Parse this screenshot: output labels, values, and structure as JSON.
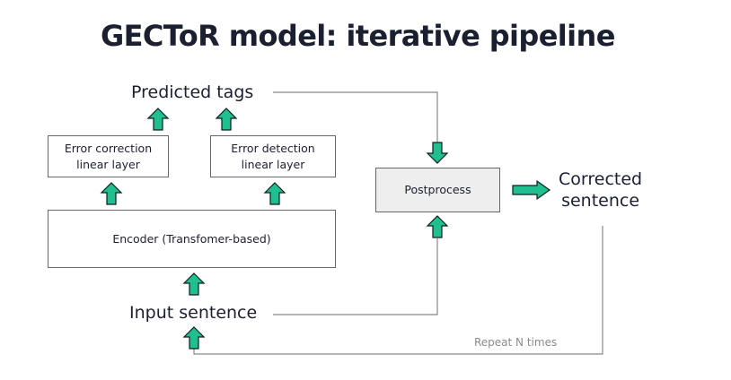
{
  "title": "GECToR model: iterative pipeline",
  "nodes": {
    "predicted_tags": "Predicted tags",
    "error_correction": [
      "Error correction",
      "linear layer"
    ],
    "error_detection": [
      "Error detection",
      "linear layer"
    ],
    "encoder": "Encoder (Transfomer-based)",
    "input_sentence": "Input sentence",
    "postprocess": "Postprocess",
    "corrected_sentence": [
      "Corrected",
      "sentence"
    ]
  },
  "loop_label": "Repeat N times",
  "colors": {
    "arrow_fill": "#1fbf8f",
    "arrow_stroke": "#0b1e22",
    "connector": "#888888",
    "text": "#1b2030",
    "postprocess_fill": "#eeeeee"
  }
}
